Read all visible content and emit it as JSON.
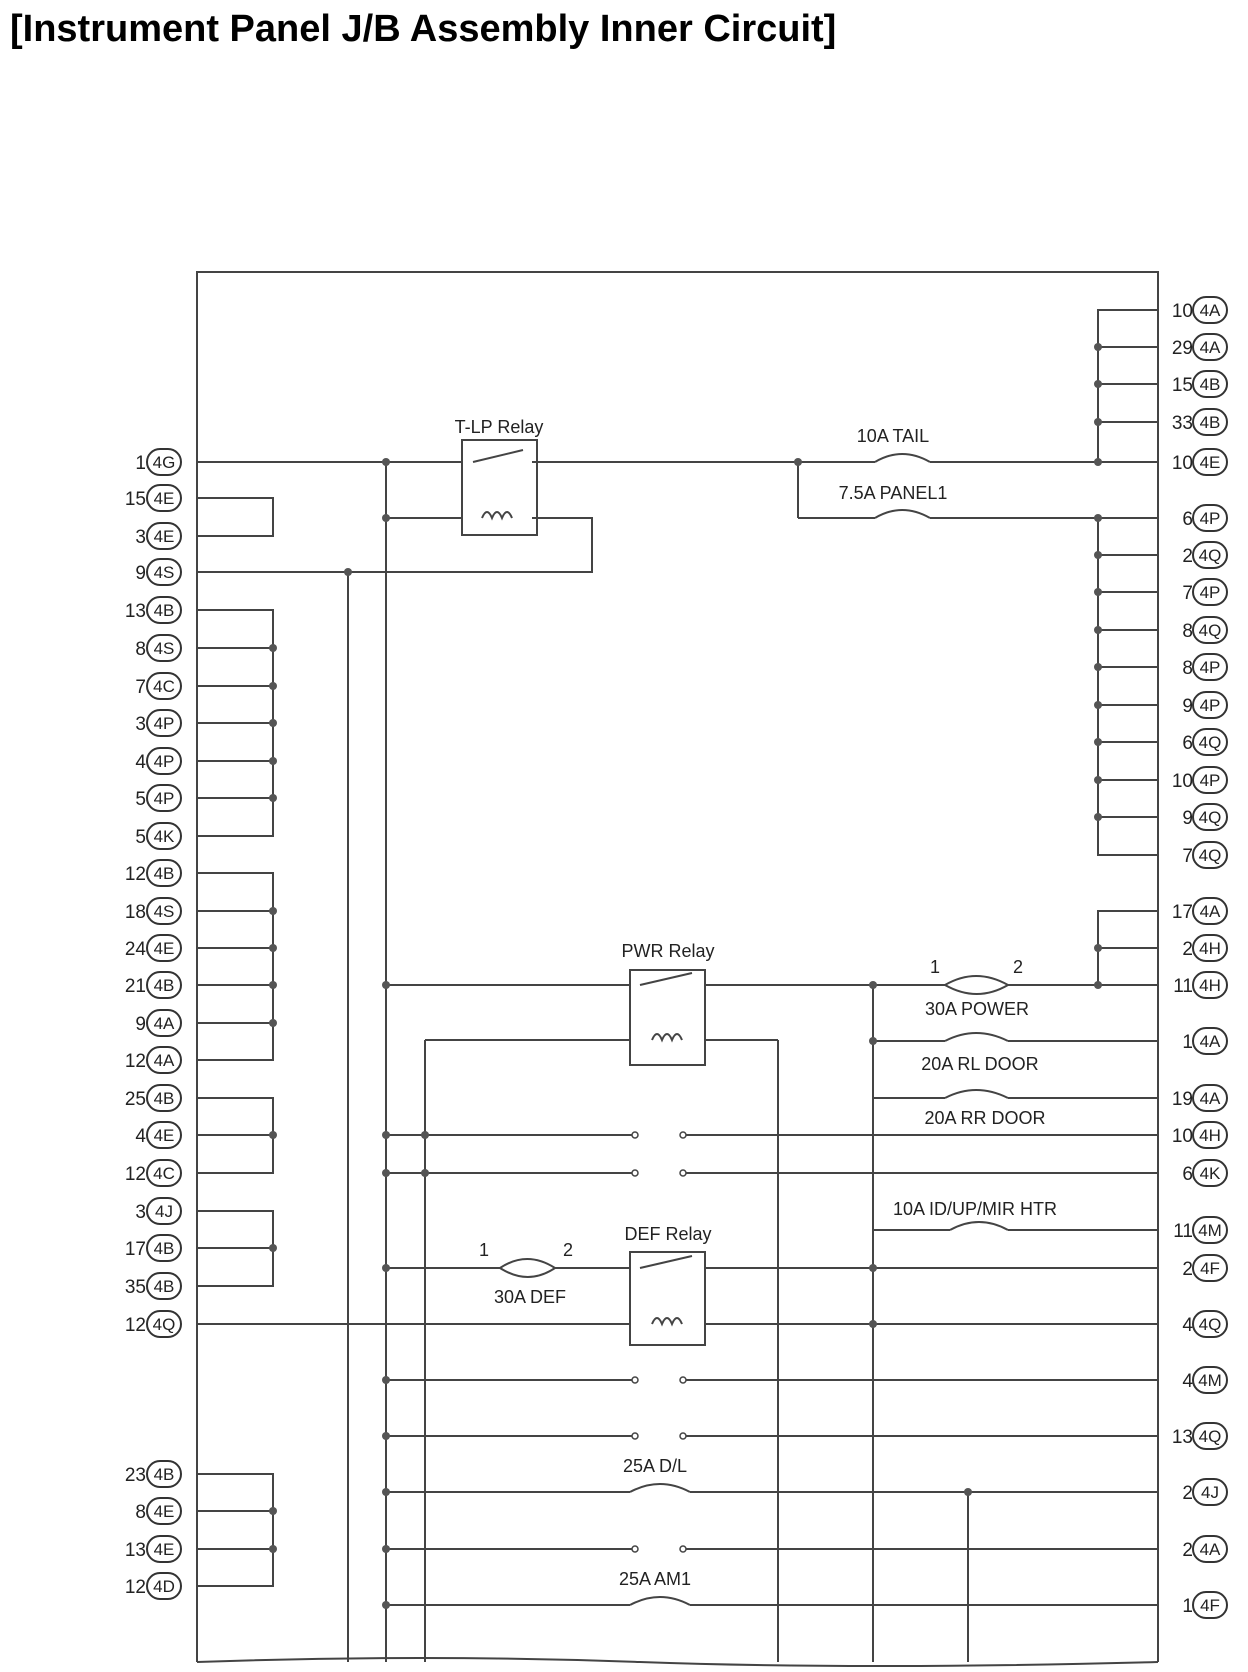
{
  "title": "[Instrument Panel J/B Assembly Inner Circuit]",
  "left_pins": [
    {
      "num": "1",
      "conn": "4G"
    },
    {
      "num": "15",
      "conn": "4E"
    },
    {
      "num": "3",
      "conn": "4E"
    },
    {
      "num": "9",
      "conn": "4S"
    },
    {
      "num": "13",
      "conn": "4B"
    },
    {
      "num": "8",
      "conn": "4S"
    },
    {
      "num": "7",
      "conn": "4C"
    },
    {
      "num": "3",
      "conn": "4P"
    },
    {
      "num": "4",
      "conn": "4P"
    },
    {
      "num": "5",
      "conn": "4P"
    },
    {
      "num": "5",
      "conn": "4K"
    },
    {
      "num": "12",
      "conn": "4B"
    },
    {
      "num": "18",
      "conn": "4S"
    },
    {
      "num": "24",
      "conn": "4E"
    },
    {
      "num": "21",
      "conn": "4B"
    },
    {
      "num": "9",
      "conn": "4A"
    },
    {
      "num": "12",
      "conn": "4A"
    },
    {
      "num": "25",
      "conn": "4B"
    },
    {
      "num": "4",
      "conn": "4E"
    },
    {
      "num": "12",
      "conn": "4C"
    },
    {
      "num": "3",
      "conn": "4J"
    },
    {
      "num": "17",
      "conn": "4B"
    },
    {
      "num": "35",
      "conn": "4B"
    },
    {
      "num": "12",
      "conn": "4Q"
    },
    {
      "num": "23",
      "conn": "4B"
    },
    {
      "num": "8",
      "conn": "4E"
    },
    {
      "num": "13",
      "conn": "4E"
    },
    {
      "num": "12",
      "conn": "4D"
    }
  ],
  "right_pins": [
    {
      "num": "10",
      "conn": "4A"
    },
    {
      "num": "29",
      "conn": "4A"
    },
    {
      "num": "15",
      "conn": "4B"
    },
    {
      "num": "33",
      "conn": "4B"
    },
    {
      "num": "10",
      "conn": "4E"
    },
    {
      "num": "6",
      "conn": "4P"
    },
    {
      "num": "2",
      "conn": "4Q"
    },
    {
      "num": "7",
      "conn": "4P"
    },
    {
      "num": "8",
      "conn": "4Q"
    },
    {
      "num": "8",
      "conn": "4P"
    },
    {
      "num": "9",
      "conn": "4P"
    },
    {
      "num": "6",
      "conn": "4Q"
    },
    {
      "num": "10",
      "conn": "4P"
    },
    {
      "num": "9",
      "conn": "4Q"
    },
    {
      "num": "7",
      "conn": "4Q"
    },
    {
      "num": "17",
      "conn": "4A"
    },
    {
      "num": "2",
      "conn": "4H"
    },
    {
      "num": "11",
      "conn": "4H"
    },
    {
      "num": "1",
      "conn": "4A"
    },
    {
      "num": "19",
      "conn": "4A"
    },
    {
      "num": "10",
      "conn": "4H"
    },
    {
      "num": "6",
      "conn": "4K"
    },
    {
      "num": "11",
      "conn": "4M"
    },
    {
      "num": "2",
      "conn": "4F"
    },
    {
      "num": "4",
      "conn": "4Q"
    },
    {
      "num": "4",
      "conn": "4M"
    },
    {
      "num": "13",
      "conn": "4Q"
    },
    {
      "num": "2",
      "conn": "4J"
    },
    {
      "num": "2",
      "conn": "4A"
    },
    {
      "num": "1",
      "conn": "4F"
    }
  ],
  "relays": [
    {
      "name": "T-LP Relay"
    },
    {
      "name": "PWR Relay"
    },
    {
      "name": "DEF Relay"
    }
  ],
  "fuses": [
    {
      "label": "10A TAIL"
    },
    {
      "label": "7.5A PANEL1"
    },
    {
      "label": "30A POWER",
      "pin_a": "1",
      "pin_b": "2"
    },
    {
      "label": "20A RL DOOR"
    },
    {
      "label": "20A RR DOOR"
    },
    {
      "label": "10A ID/UP/MIR HTR"
    },
    {
      "label": "30A DEF",
      "pin_a": "1",
      "pin_b": "2"
    },
    {
      "label": "25A D/L"
    },
    {
      "label": "25A AM1"
    }
  ],
  "colors": {
    "line": "#444444",
    "text": "#222222",
    "background": "#ffffff"
  }
}
